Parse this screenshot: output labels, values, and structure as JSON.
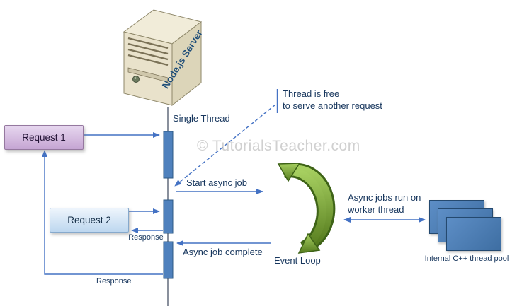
{
  "meta": {
    "watermark": "© TutorialsTeacher.com"
  },
  "server": {
    "label": "Node.js Server"
  },
  "thread": {
    "lifeline_label": "Single Thread"
  },
  "requests": {
    "request1": {
      "label": "Request 1",
      "response_label": "Response"
    },
    "request2": {
      "label": "Request 2",
      "response_label": "Response"
    }
  },
  "annotations": {
    "thread_free": {
      "line1": "Thread is free",
      "line2": "to serve another request"
    },
    "start_async": "Start async job",
    "async_complete": "Async job complete",
    "worker": {
      "line1": "Async jobs run on",
      "line2": "worker thread"
    }
  },
  "event_loop": {
    "label": "Event Loop"
  },
  "thread_pool": {
    "label": "Internal C++ thread pool"
  },
  "colors": {
    "arrow_blue": "#4472c4",
    "activation_bar": "#4f81bd",
    "event_loop_green": "#76a331",
    "request1_fill": "#cbaed8",
    "request2_fill": "#c6dbf0",
    "thread_pool_fill": "#4f81bd",
    "server_label_blue": "#1f4e79",
    "text_dark": "#17365d",
    "watermark_gray": "#cbcbcb"
  }
}
